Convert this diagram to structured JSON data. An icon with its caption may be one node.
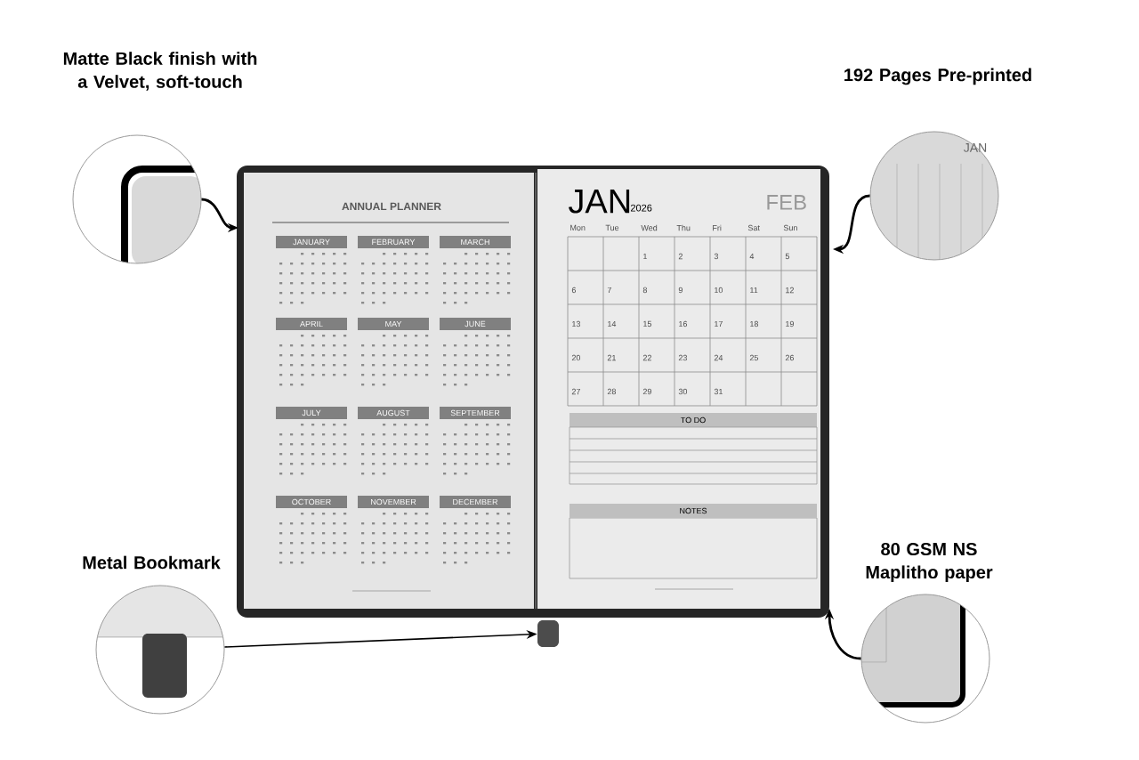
{
  "diagram": {
    "nodes": [
      {
        "text": [
          "Matte Black finish with a Velvet, soft-touch"
        ]
      },
      {
        "text": [
          "192 Pages Pre-printed"
        ]
      },
      {
        "text": [
          "Metal Bookmark"
        ]
      },
      {
        "text": [
          "80 GSM NS Maplitho paper"
        ]
      },
      {
        "text": [],
        "shape": "box"
      }
    ],
    "edges": [
      {
        "from": 0,
        "to": null,
        "arrow": "to"
      },
      {
        "from": 1,
        "to": null,
        "arrow": "to"
      },
      {
        "from": 2,
        "to": 4,
        "arrow": "to"
      },
      {
        "from": 3,
        "to": null,
        "arrow": "to"
      }
    ],
    "labels": [
      "ANNUAL PLANNER",
      "JANUARY",
      "FEBRUARY",
      "MARCH",
      "APRIL",
      "MAY",
      "JUNE",
      "JULY",
      "AUGUST",
      "SEPTEMBER",
      "OCTOBER",
      "NOVEMBER",
      "DECEMBER",
      "JAN",
      "2026",
      "FEB",
      "Mon",
      "Tue",
      "Wed",
      "Thu",
      "Fri",
      "Sat",
      "Sun",
      "1",
      "2",
      "3",
      "4",
      "5",
      "6",
      "7",
      "8",
      "9",
      "10",
      "11",
      "12",
      "13",
      "14",
      "15",
      "16",
      "17",
      "18",
      "19",
      "20",
      "21",
      "22",
      "23",
      "24",
      "25",
      "26",
      "27",
      "28",
      "29",
      "30",
      "31",
      "TO DO",
      "NOTES",
      "JAN"
    ]
  }
}
